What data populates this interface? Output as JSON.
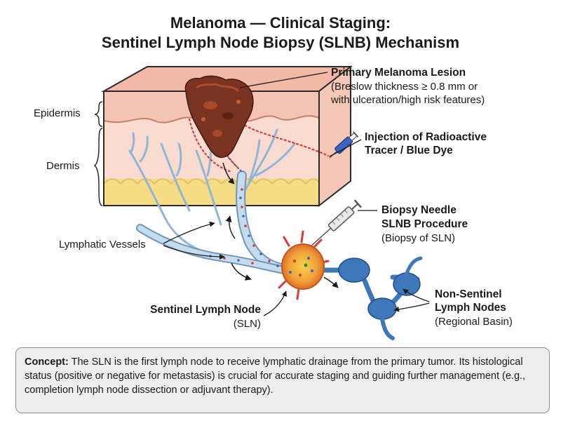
{
  "title": {
    "line1": "Melanoma — Clinical Staging:",
    "line2": "Sentinel Lymph Node Biopsy (SLNB) Mechanism"
  },
  "labels": {
    "primary_lesion": {
      "heading": "Primary Melanoma Lesion",
      "line2": "(Breslow thickness ≥ 0.8 mm or",
      "line3": "with ulceration/high risk features)"
    },
    "epidermis": "Epidermis",
    "dermis": "Dermis",
    "injection": {
      "line1": "Injection of Radioactive",
      "line2": "Tracer / Blue Dye"
    },
    "biopsy_needle": {
      "line1": "Biopsy Needle",
      "line2": "SLNB Procedure",
      "line3": "(Biopsy of SLN)"
    },
    "lymphatic_vessels": "Lymphatic Vessels",
    "sentinel_node": {
      "line1": "Sentinel Lymph Node",
      "line2": "(SLN)"
    },
    "non_sentinel": {
      "line1": "Non-Sentinel",
      "line2": "Lymph Nodes",
      "line3": "(Regional Basin)"
    }
  },
  "concept": {
    "label": "Concept:",
    "text": "The SLN is the first lymph node to receive lymphatic drainage from the primary tumor. Its histological status (positive or negative for metastasis) is crucial for accurate staging and guiding further management (e.g., completion lymph node dissection or adjuvant therapy)."
  },
  "colors": {
    "epidermis": "#f3c4b3",
    "dermis": "#f9dbd0",
    "fat": "#f6dc84",
    "tumor": "#7a3320",
    "vessel": "#b6d4ea",
    "sentinel_node": "#f0a23a",
    "non_sentinel_node": "#3e78bb",
    "tracer_red": "#d63a3a",
    "tracer_blue": "#3b64c4"
  }
}
